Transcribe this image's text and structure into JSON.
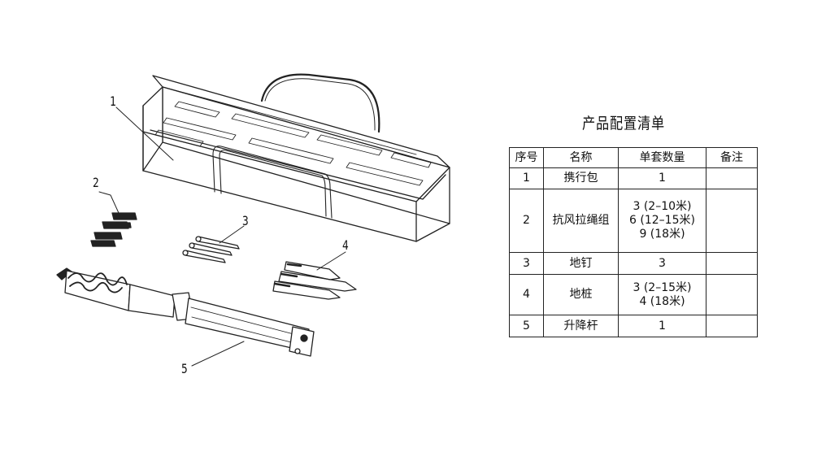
{
  "title": "产品配置清单",
  "callouts": [
    "1",
    "2",
    "3",
    "4",
    "5"
  ],
  "table": {
    "headers": [
      "序号",
      "名称",
      "单套数量",
      "备注"
    ],
    "rows": [
      {
        "no": "1",
        "name": "携行包",
        "qty": [
          "1"
        ],
        "note": ""
      },
      {
        "no": "2",
        "name": "抗风拉绳组",
        "qty": [
          "3 (2–10米)",
          "6 (12–15米)",
          "9 (18米)"
        ],
        "note": ""
      },
      {
        "no": "3",
        "name": "地钉",
        "qty": [
          "3"
        ],
        "note": ""
      },
      {
        "no": "4",
        "name": "地桩",
        "qty": [
          "3 (2–15米)",
          "4 (18米)"
        ],
        "note": ""
      },
      {
        "no": "5",
        "name": "升降杆",
        "qty": [
          "1"
        ],
        "note": ""
      }
    ]
  }
}
